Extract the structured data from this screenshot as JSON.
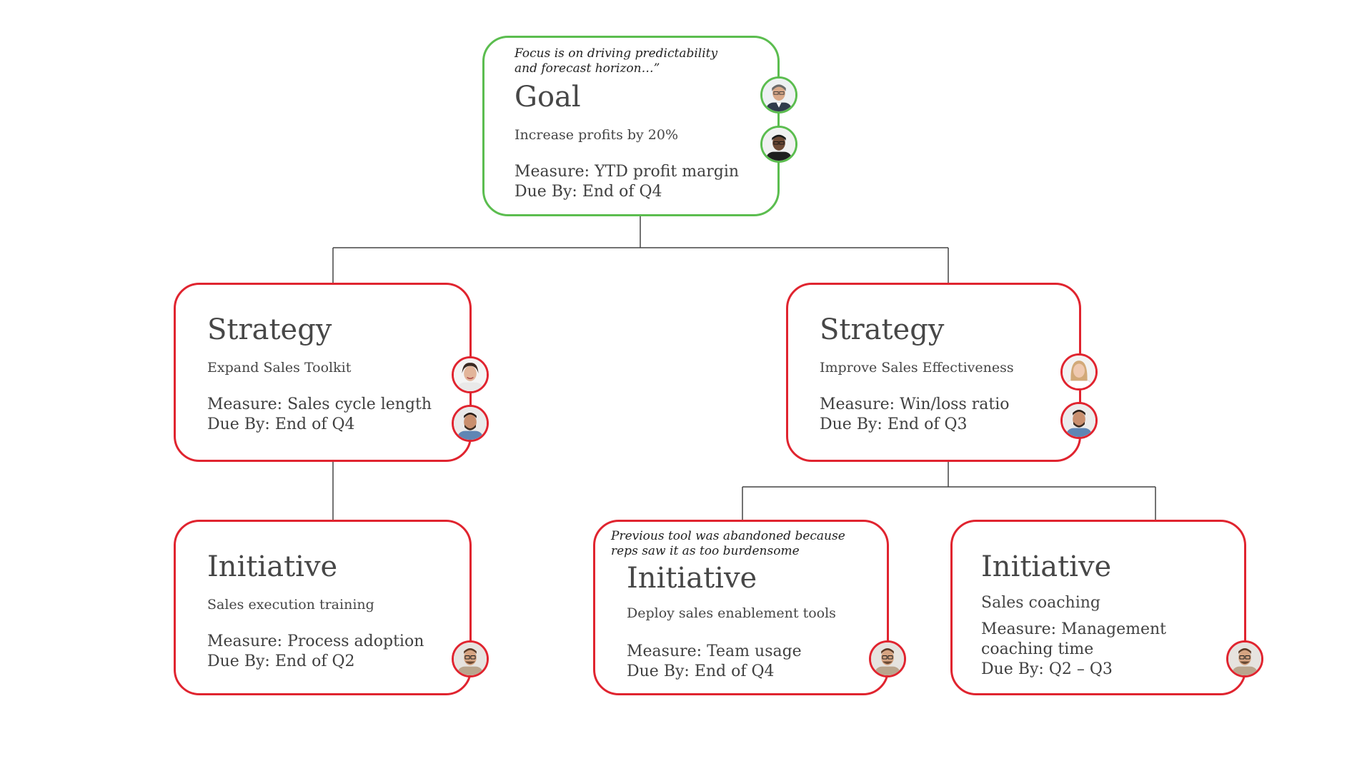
{
  "colors": {
    "goal_border": "#5bbd4f",
    "card_border": "#e0242f",
    "connector": "#444444"
  },
  "goal": {
    "note": "Focus is on driving predictability\nand forecast horizon…”",
    "title": "Goal",
    "subtitle": "Increase profits by 20%",
    "measure": "Measure: YTD profit margin",
    "due": "Due By: End of Q4",
    "avatars": [
      "person-avatar-icon",
      "person-avatar-icon"
    ]
  },
  "strategy_left": {
    "title": "Strategy",
    "subtitle": "Expand Sales Toolkit",
    "measure": "Measure: Sales cycle length",
    "due": "Due By: End of Q4",
    "avatars": [
      "person-avatar-icon",
      "person-avatar-icon"
    ]
  },
  "strategy_right": {
    "title": "Strategy",
    "subtitle": "Improve Sales Effectiveness",
    "measure": "Measure: Win/loss ratio",
    "due": "Due By: End of Q3",
    "avatars": [
      "person-avatar-icon",
      "person-avatar-icon"
    ]
  },
  "initiative_1": {
    "title": "Initiative",
    "subtitle": "Sales execution training",
    "measure": "Measure: Process adoption",
    "due": "Due By: End of Q2",
    "avatars": [
      "person-avatar-icon"
    ]
  },
  "initiative_2": {
    "note": "Previous tool was abandoned because\nreps saw it as too burdensome",
    "title": "Initiative",
    "subtitle": "Deploy sales enablement tools",
    "measure": "Measure: Team usage",
    "due": "Due By: End of Q4",
    "avatars": [
      "person-avatar-icon"
    ]
  },
  "initiative_3": {
    "title": "Initiative",
    "subtitle": "Sales coaching",
    "measure": "Measure: Management",
    "measure_line2": "coaching time",
    "due": "Due By: Q2 – Q3",
    "avatars": [
      "person-avatar-icon"
    ]
  }
}
